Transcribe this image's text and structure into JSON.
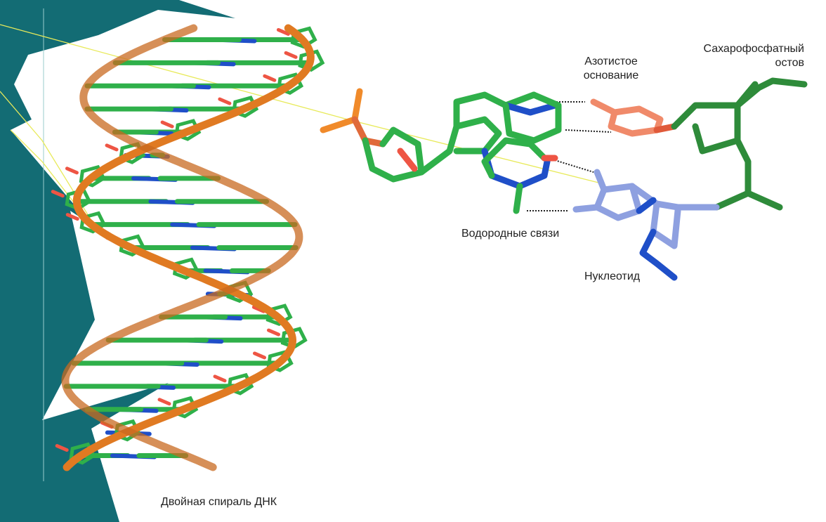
{
  "labels": {
    "nitrogen_base": [
      "Азотистое",
      "основание"
    ],
    "sugar_phosphate": [
      "Сахарофосфатный",
      "остов"
    ],
    "hydrogen_bonds": "Водородные связи",
    "nucleotide": "Нуклеотид",
    "double_helix": "Двойная спираль ДНК"
  },
  "colors": {
    "teal": "#136c74",
    "backbone": "#e07a22",
    "carbon": "#2fb04a",
    "nitrogen": "#1f4fc8",
    "oxygen": "#ee5544",
    "base_orange": "#f08a6a",
    "nucleotide_blue": "#8ea0e0",
    "backbone_green": "#2e8b3a",
    "guide_line": "#e8ea5a"
  }
}
